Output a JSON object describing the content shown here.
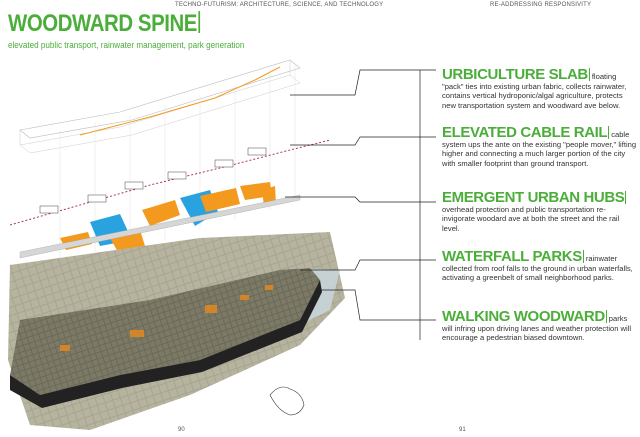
{
  "header": {
    "left": "TECHNO-FUTURISM: ARCHITECTURE, SCIENCE, AND TECHNOLOGY",
    "right": "RE-ADDRESSING RESPONSIVITY"
  },
  "title": "WOODWARD SPINE",
  "subtitle": "elevated public transport, rainwater management, park generation",
  "sections": [
    {
      "heading": "URBICULTURE SLAB",
      "text": "floating \"pack\" ties into existing urban fabric, collects rainwater, contains vertical hydroponic/algal agriculture, protects new transportation system and woodward ave below."
    },
    {
      "heading": "ELEVATED CABLE RAIL",
      "text": "cable system ups the ante on the existing \"people mover,\" lifting higher and connecting a much larger portion of the city with smaller footprint than ground transport."
    },
    {
      "heading": "EMERGENT URBAN HUBS",
      "text": "overhead protection and public transportation re-invigorate woodard ave at both the street and the rail level."
    },
    {
      "heading": "WATERFALL PARKS",
      "text": "rainwater collected from roof falls to the ground in urban waterfalls, activating a greenbelt of small neighborhood parks."
    },
    {
      "heading": "WALKING WOODWARD",
      "text": "parks will infring upon driving lanes and weather protection will encourage a pedestrian biased downtown."
    }
  ],
  "page_numbers": {
    "left": "90",
    "right": "91"
  },
  "colors": {
    "accent_green": "#4cae3a",
    "hub_orange": "#f39a1e",
    "park_blue": "#29a3e0",
    "leader_line": "#222222"
  }
}
